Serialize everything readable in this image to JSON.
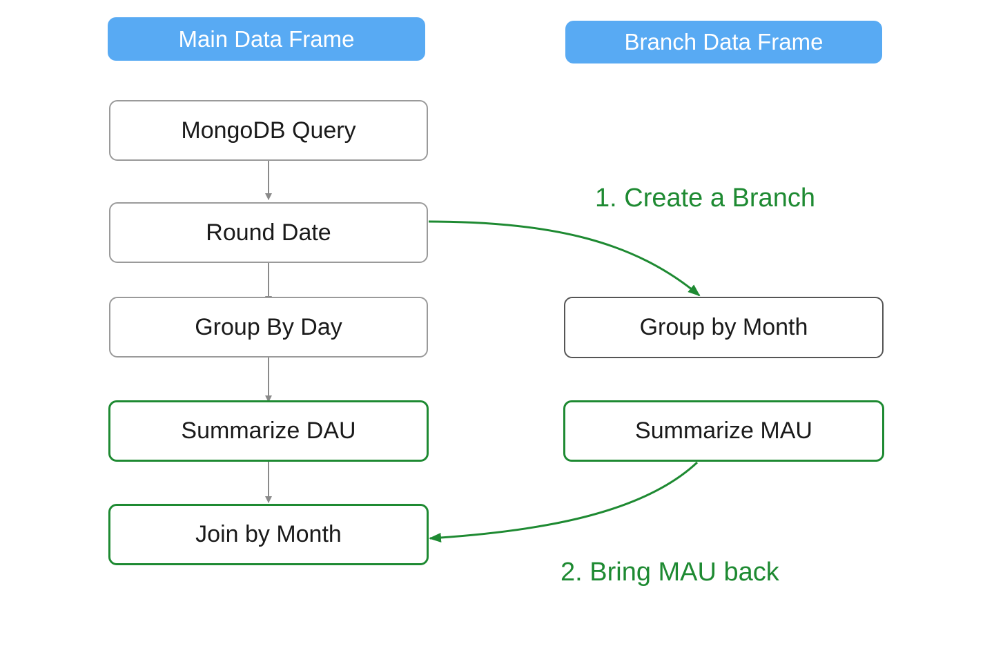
{
  "headers": {
    "main": "Main Data Frame",
    "branch": "Branch Data Frame"
  },
  "main_steps": {
    "mongodb_query": "MongoDB Query",
    "round_date": "Round Date",
    "group_by_day": "Group By Day",
    "summarize_dau": "Summarize DAU",
    "join_by_month": "Join by Month"
  },
  "branch_steps": {
    "group_by_month": "Group by Month",
    "summarize_mau": "Summarize MAU"
  },
  "annotations": {
    "create_branch": "1. Create a Branch",
    "bring_back": "2. Bring MAU back"
  },
  "colors": {
    "header_bg": "#58aaf3",
    "accent_green": "#1e8a32",
    "connector_gray": "#8a8a8a"
  }
}
